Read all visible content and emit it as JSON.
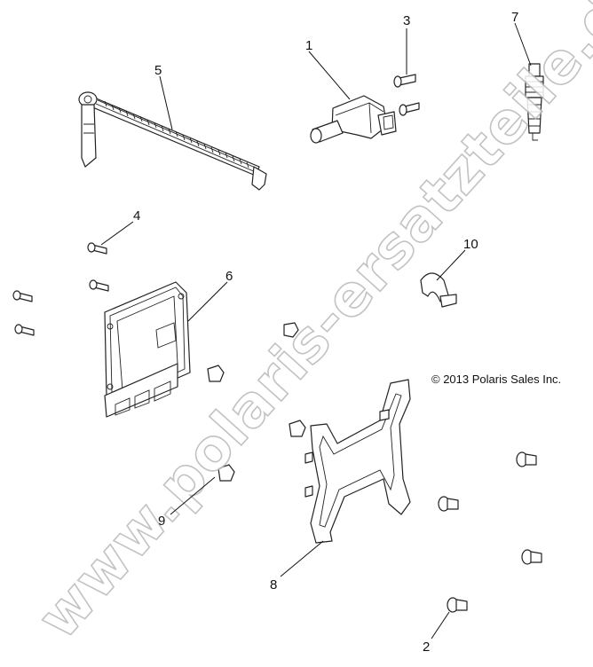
{
  "callouts": {
    "c1": "1",
    "c2": "2",
    "c3": "3",
    "c4": "4",
    "c5": "5",
    "c6": "6",
    "c7": "7",
    "c8": "8",
    "c9": "9",
    "c10": "10"
  },
  "copyright": "© 2013 Polaris Sales Inc.",
  "watermark": "www.polaris-ersatzteile.de"
}
